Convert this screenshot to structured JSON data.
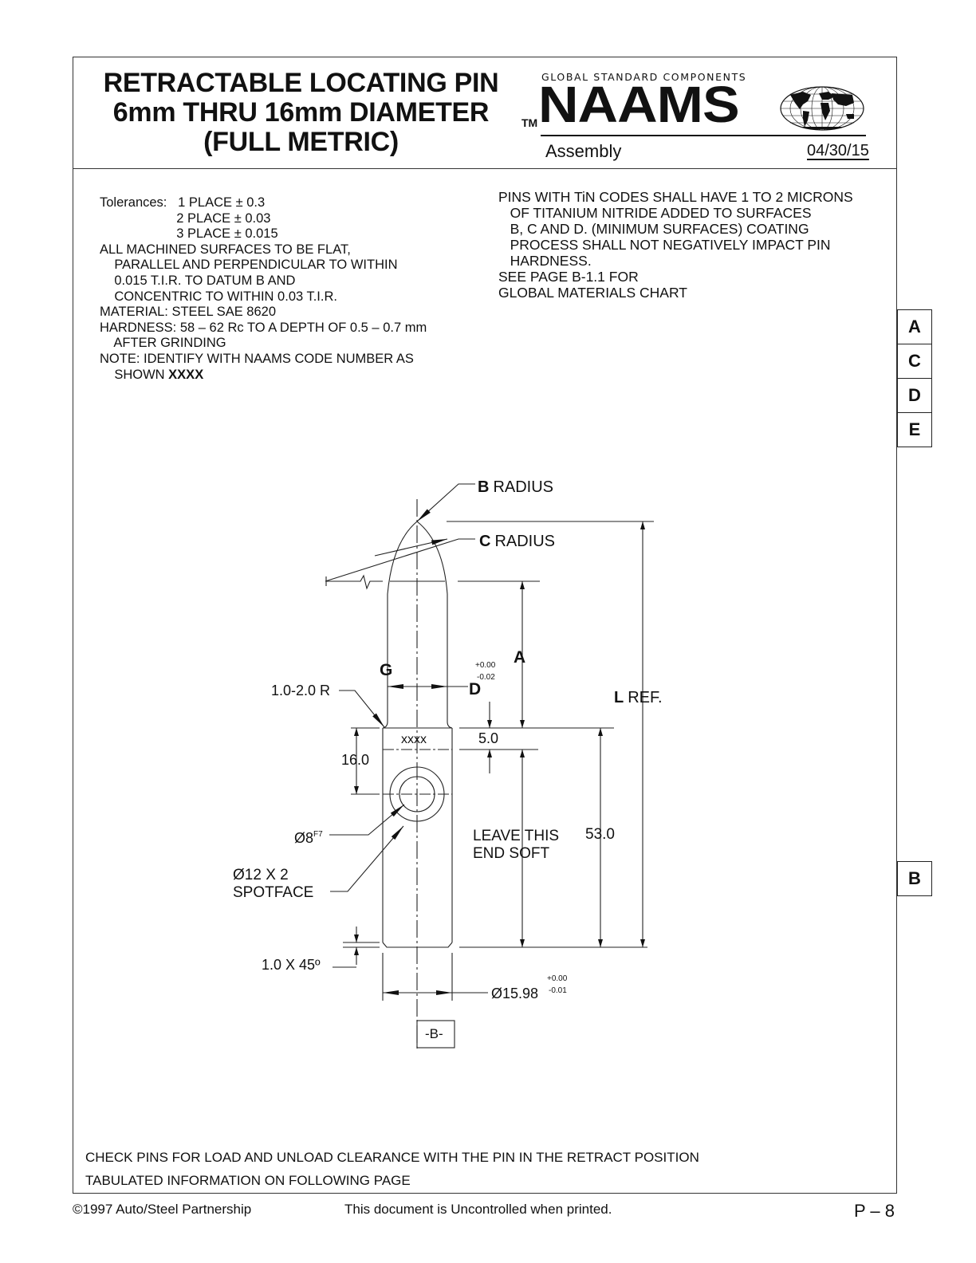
{
  "header": {
    "title_lines": [
      "RETRACTABLE LOCATING PIN",
      "6mm THRU 16mm DIAMETER",
      "(FULL METRIC)"
    ],
    "logo": {
      "tagline": "GLOBAL STANDARD COMPONENTS",
      "brand": "NAAMS",
      "trademark": "TM",
      "icon": "globe-icon"
    },
    "section": "Assembly",
    "date": "04/30/15"
  },
  "notes_left": {
    "lines": [
      "Tolerances:   1 PLACE ± 0.3",
      "                     2 PLACE ± 0.03",
      "                     3 PLACE ± 0.015",
      "ALL MACHINED SURFACES TO BE FLAT,",
      "    PARALLEL AND PERPENDICULAR TO WITHIN",
      "    0.015 T.I.R. TO DATUM B AND",
      "    CONCENTRIC TO WITHIN 0.03 T.I.R.",
      "MATERIAL: STEEL SAE 8620",
      "HARDNESS: 58 – 62 Rc TO A DEPTH OF 0.5 – 0.7 mm",
      "    AFTER GRINDING",
      "NOTE: IDENTIFY WITH NAAMS CODE NUMBER AS"
    ],
    "last_line_prefix": "    SHOWN ",
    "last_line_bold": "XXXX"
  },
  "notes_right": {
    "lines": [
      "PINS WITH TiN CODES SHALL HAVE 1 TO 2 MICRONS",
      "   OF TITANIUM NITRIDE ADDED TO SURFACES",
      "   B, C AND D. (MINIMUM SURFACES) COATING",
      "   PROCESS SHALL NOT NEGATIVELY IMPACT PIN",
      "   HARDNESS.",
      "SEE PAGE B-1.1 FOR",
      "GLOBAL MATERIALS CHART"
    ]
  },
  "side_tabs": {
    "upper": [
      "A",
      "C",
      "D",
      "E"
    ],
    "lower": "B"
  },
  "drawing": {
    "b_radius": {
      "letter": "B",
      "label": "RADIUS"
    },
    "c_radius": {
      "letter": "C",
      "label": "RADIUS"
    },
    "dim_a": "A",
    "dim_g": "G",
    "dim_d": "D",
    "d_tol_plus": "+0.00",
    "d_tol_minus": "-0.02",
    "fillet": "1.0-2.0 R",
    "l_ref": {
      "letter": "L",
      "label": "REF."
    },
    "code_mark": "XXXX",
    "dim_5": "5.0",
    "dim_16": "16.0",
    "hole": "Ø8",
    "hole_fit": "F7",
    "spotface_line1": "Ø12 X 2",
    "spotface_line2": "SPOTFACE",
    "soft_line1": "LEAVE THIS",
    "soft_line2": "END SOFT",
    "dim_53": "53.0",
    "chamfer": "1.0 X 45º",
    "diameter": "Ø15.98",
    "dia_tol_plus": "+0.00",
    "dia_tol_minus": "-0.01",
    "datum": "-B-"
  },
  "bottom_notes": [
    "CHECK PINS FOR LOAD AND UNLOAD CLEARANCE WITH THE PIN IN THE RETRACT POSITION",
    "TABULATED INFORMATION ON FOLLOWING PAGE"
  ],
  "footer": {
    "copyright": "©1997 Auto/Steel Partnership",
    "disclaimer": "This document is Uncontrolled when printed.",
    "page": "P – 8"
  }
}
